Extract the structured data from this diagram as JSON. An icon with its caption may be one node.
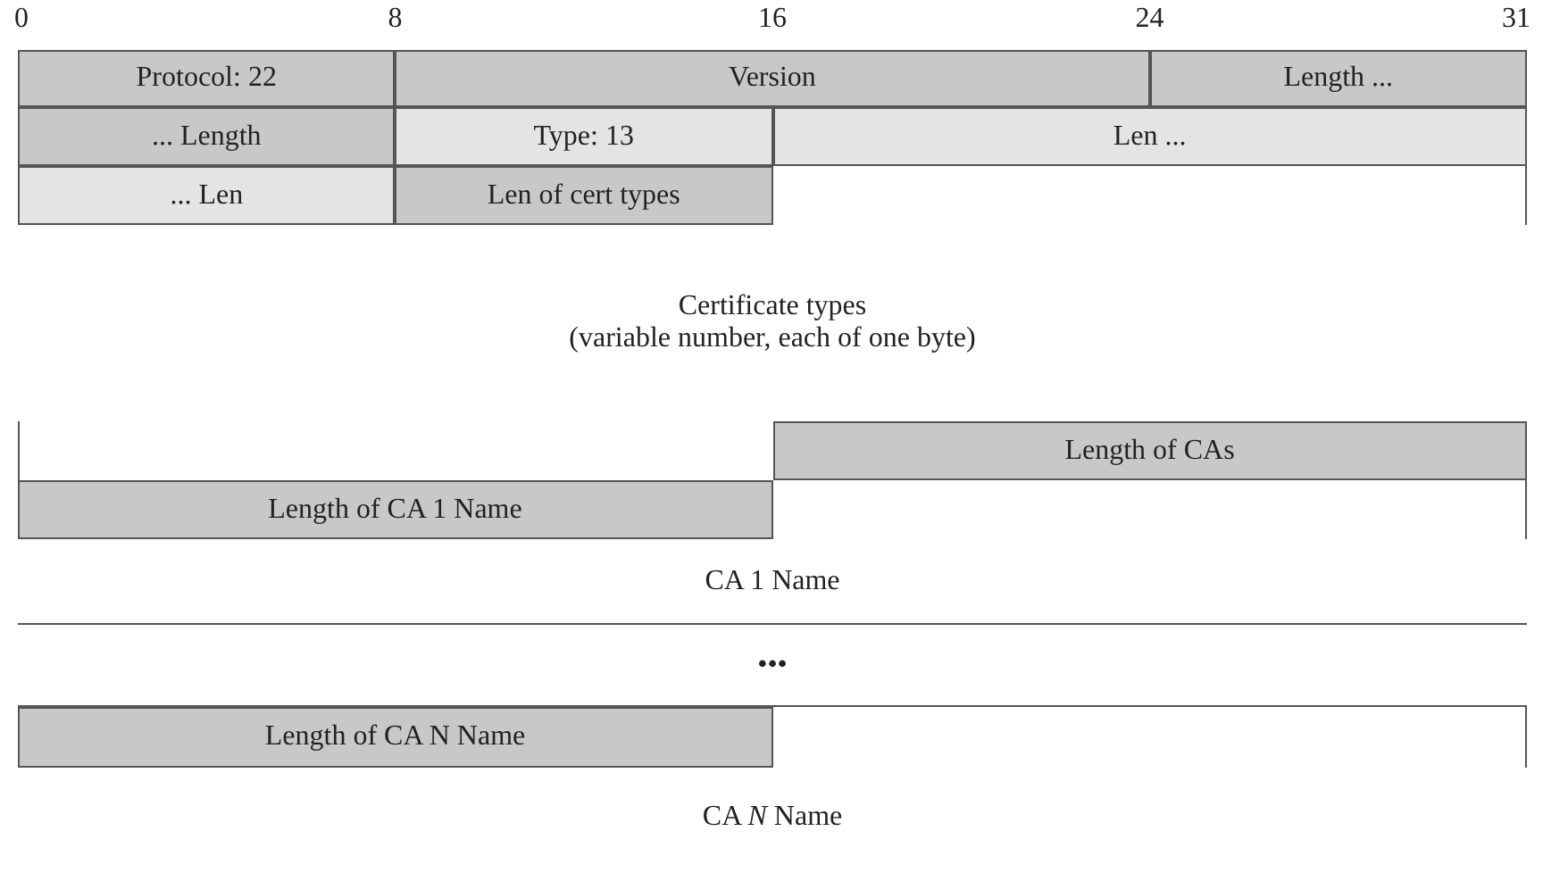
{
  "diagram": {
    "nodes": [
      {
        "text": [
          "Protocol: 22"
        ]
      },
      {
        "text": [
          "Version"
        ]
      },
      {
        "text": [
          "Length ..."
        ]
      },
      {
        "text": [
          "... Length"
        ]
      },
      {
        "text": [
          "Type: 13"
        ]
      },
      {
        "text": [
          "Len ..."
        ]
      },
      {
        "text": [
          "... Len"
        ]
      },
      {
        "text": [
          "Len of cert types"
        ]
      },
      {
        "text": [
          "Certificate types",
          "(variable number, each of one byte)"
        ]
      },
      {
        "text": [
          "Length of CAs"
        ]
      },
      {
        "text": [
          "Length of CA 1 Name"
        ]
      },
      {
        "text": [
          "CA 1 Name"
        ]
      },
      {
        "text": [
          "•••"
        ]
      },
      {
        "text": [
          "Length of CA N Name"
        ]
      },
      {
        "text": [
          "CA *N* Name"
        ]
      }
    ],
    "labels": [
      "0",
      "8",
      "16",
      "24",
      "31"
    ]
  }
}
